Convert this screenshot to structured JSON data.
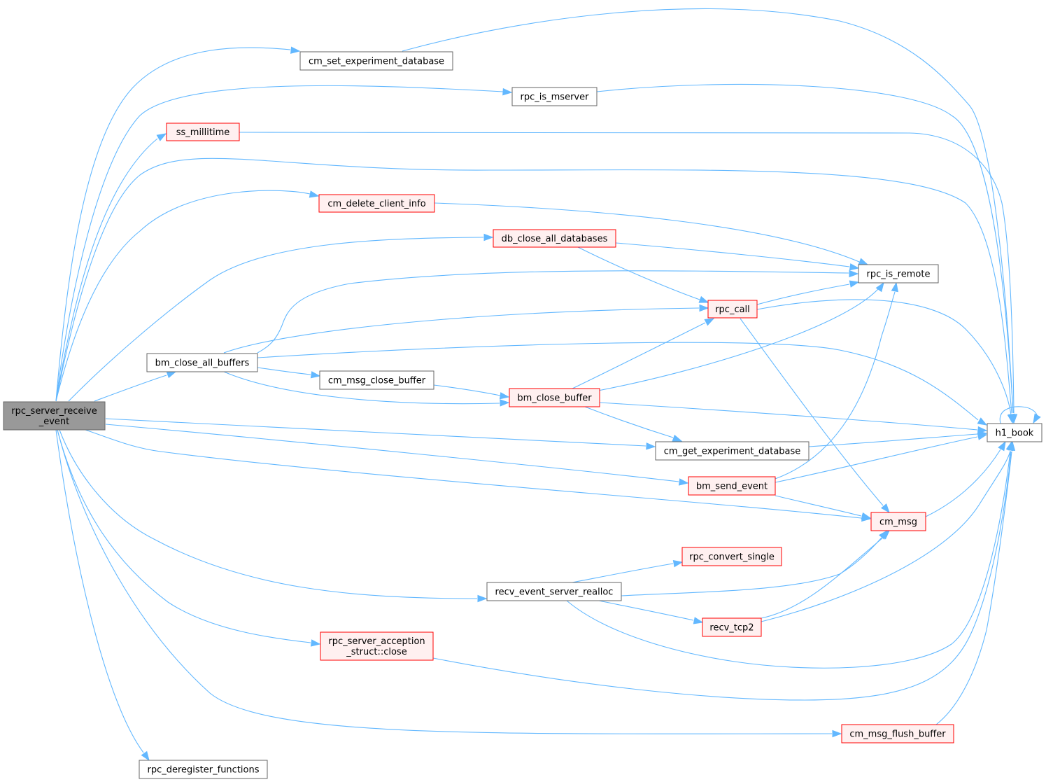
{
  "colors": {
    "edge": "#63b8ff",
    "root_fill": "#999999",
    "root_border": "#666666",
    "normal_fill": "#ffffff",
    "normal_border": "#666666",
    "truncated_fill": "#fff0f0",
    "truncated_border": "#ff0000"
  },
  "nodes": {
    "rpc_server_receive_event": {
      "lines": [
        "rpc_server_receive",
        "_event"
      ],
      "style": "root"
    },
    "cm_set_experiment_database": {
      "lines": [
        "cm_set_experiment_database"
      ],
      "style": "normal"
    },
    "rpc_is_mserver": {
      "lines": [
        "rpc_is_mserver"
      ],
      "style": "normal"
    },
    "ss_millitime": {
      "lines": [
        "ss_millitime"
      ],
      "style": "truncated"
    },
    "cm_delete_client_info": {
      "lines": [
        "cm_delete_client_info"
      ],
      "style": "truncated"
    },
    "db_close_all_databases": {
      "lines": [
        "db_close_all_databases"
      ],
      "style": "truncated"
    },
    "rpc_is_remote": {
      "lines": [
        "rpc_is_remote"
      ],
      "style": "normal"
    },
    "rpc_call": {
      "lines": [
        "rpc_call"
      ],
      "style": "truncated"
    },
    "bm_close_all_buffers": {
      "lines": [
        "bm_close_all_buffers"
      ],
      "style": "normal"
    },
    "cm_msg_close_buffer": {
      "lines": [
        "cm_msg_close_buffer"
      ],
      "style": "normal"
    },
    "bm_close_buffer": {
      "lines": [
        "bm_close_buffer"
      ],
      "style": "truncated"
    },
    "h1_book": {
      "lines": [
        "h1_book"
      ],
      "style": "normal"
    },
    "cm_get_experiment_database": {
      "lines": [
        "cm_get_experiment_database"
      ],
      "style": "normal"
    },
    "bm_send_event": {
      "lines": [
        "bm_send_event"
      ],
      "style": "truncated"
    },
    "cm_msg": {
      "lines": [
        "cm_msg"
      ],
      "style": "truncated"
    },
    "rpc_convert_single": {
      "lines": [
        "rpc_convert_single"
      ],
      "style": "truncated"
    },
    "recv_event_server_realloc": {
      "lines": [
        "recv_event_server_realloc"
      ],
      "style": "normal"
    },
    "recv_tcp2": {
      "lines": [
        "recv_tcp2"
      ],
      "style": "truncated"
    },
    "rpc_server_acception_struct_close": {
      "lines": [
        "rpc_server_acception",
        "_struct::close"
      ],
      "style": "truncated"
    },
    "cm_msg_flush_buffer": {
      "lines": [
        "cm_msg_flush_buffer"
      ],
      "style": "truncated"
    },
    "rpc_deregister_functions": {
      "lines": [
        "rpc_deregister_functions"
      ],
      "style": "normal"
    }
  },
  "edges": [
    [
      "rpc_server_receive_event",
      "cm_set_experiment_database"
    ],
    [
      "rpc_server_receive_event",
      "rpc_is_mserver"
    ],
    [
      "rpc_server_receive_event",
      "ss_millitime"
    ],
    [
      "rpc_server_receive_event",
      "h1_book"
    ],
    [
      "rpc_server_receive_event",
      "cm_delete_client_info"
    ],
    [
      "rpc_server_receive_event",
      "db_close_all_databases"
    ],
    [
      "rpc_server_receive_event",
      "bm_close_all_buffers"
    ],
    [
      "rpc_server_receive_event",
      "cm_get_experiment_database"
    ],
    [
      "rpc_server_receive_event",
      "bm_send_event"
    ],
    [
      "rpc_server_receive_event",
      "cm_msg"
    ],
    [
      "rpc_server_receive_event",
      "recv_event_server_realloc"
    ],
    [
      "rpc_server_receive_event",
      "rpc_server_acception_struct_close"
    ],
    [
      "rpc_server_receive_event",
      "cm_msg_flush_buffer"
    ],
    [
      "rpc_server_receive_event",
      "rpc_deregister_functions"
    ],
    [
      "cm_set_experiment_database",
      "h1_book"
    ],
    [
      "rpc_is_mserver",
      "h1_book"
    ],
    [
      "ss_millitime",
      "h1_book"
    ],
    [
      "cm_delete_client_info",
      "rpc_is_remote"
    ],
    [
      "db_close_all_databases",
      "rpc_is_remote"
    ],
    [
      "db_close_all_databases",
      "rpc_call"
    ],
    [
      "rpc_call",
      "rpc_is_remote"
    ],
    [
      "rpc_call",
      "h1_book"
    ],
    [
      "rpc_call",
      "cm_msg"
    ],
    [
      "bm_close_all_buffers",
      "rpc_is_remote"
    ],
    [
      "bm_close_all_buffers",
      "rpc_call"
    ],
    [
      "bm_close_all_buffers",
      "h1_book"
    ],
    [
      "bm_close_all_buffers",
      "cm_msg_close_buffer"
    ],
    [
      "bm_close_all_buffers",
      "bm_close_buffer"
    ],
    [
      "cm_msg_close_buffer",
      "bm_close_buffer"
    ],
    [
      "bm_close_buffer",
      "rpc_call"
    ],
    [
      "bm_close_buffer",
      "rpc_is_remote"
    ],
    [
      "bm_close_buffer",
      "h1_book"
    ],
    [
      "bm_close_buffer",
      "cm_get_experiment_database"
    ],
    [
      "cm_get_experiment_database",
      "h1_book"
    ],
    [
      "bm_send_event",
      "rpc_is_remote"
    ],
    [
      "bm_send_event",
      "h1_book"
    ],
    [
      "bm_send_event",
      "cm_msg"
    ],
    [
      "cm_msg",
      "h1_book"
    ],
    [
      "recv_event_server_realloc",
      "rpc_convert_single"
    ],
    [
      "recv_event_server_realloc",
      "cm_msg"
    ],
    [
      "recv_event_server_realloc",
      "recv_tcp2"
    ],
    [
      "recv_event_server_realloc",
      "h1_book"
    ],
    [
      "recv_tcp2",
      "cm_msg"
    ],
    [
      "recv_tcp2",
      "h1_book"
    ],
    [
      "rpc_server_acception_struct_close",
      "h1_book"
    ],
    [
      "cm_msg_flush_buffer",
      "h1_book"
    ],
    [
      "h1_book",
      "h1_book"
    ]
  ]
}
